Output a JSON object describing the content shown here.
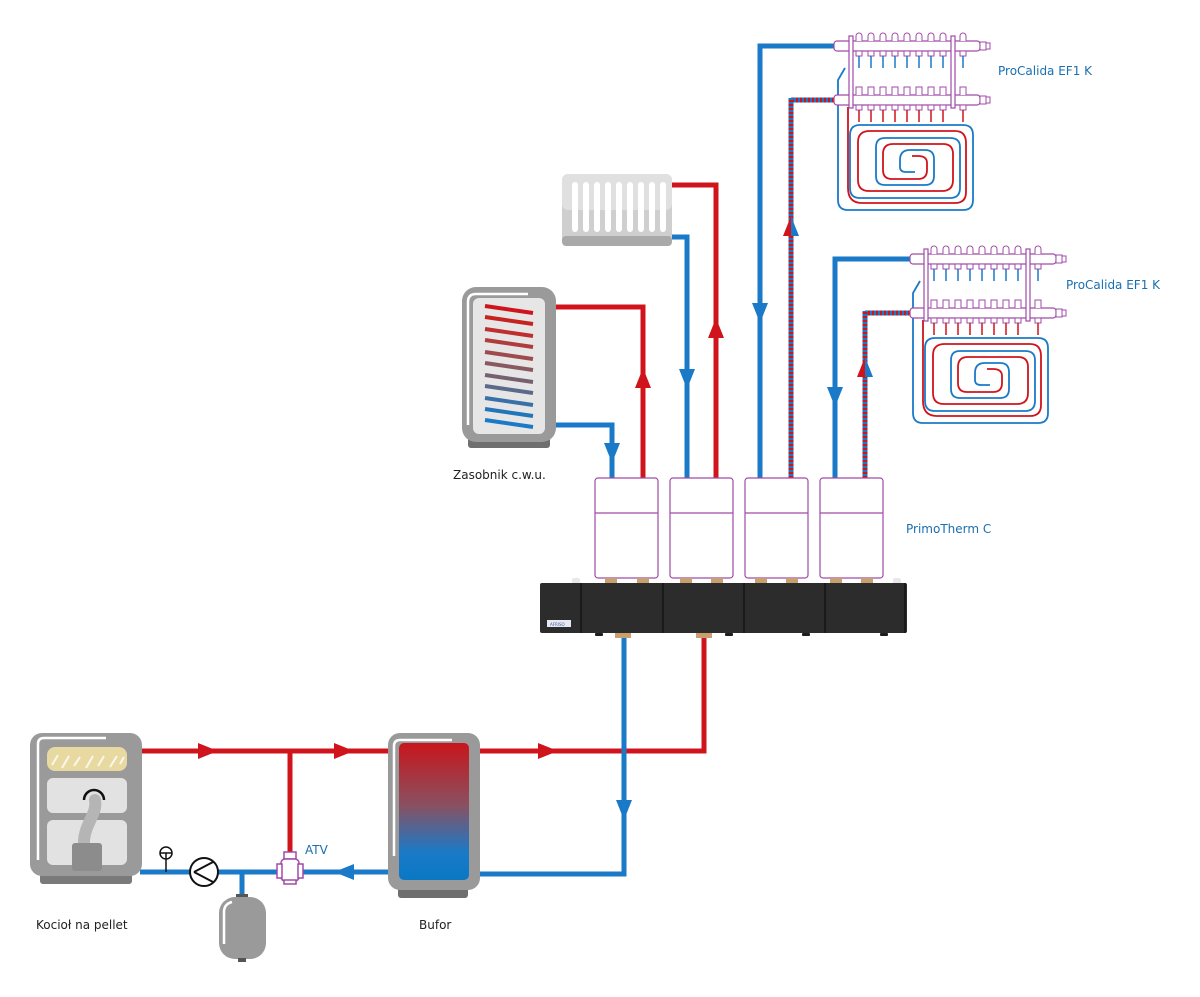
{
  "diagram": {
    "type": "heating-system-schematic",
    "colors": {
      "supply_hot": "#d0141c",
      "return_cold": "#1a7ac8",
      "mixed": "#7a4a8a",
      "component_gray": "#9a9a9a",
      "component_dark": "#2a2a2a",
      "outline_purple": "#a04aa8",
      "label_blue": "#1a6fb0",
      "label_dark": "#222222"
    },
    "components": {
      "boiler": {
        "label": "Kocioł na pellet",
        "icon": "pellet-boiler-icon"
      },
      "buffer": {
        "label": "Bufor",
        "icon": "buffer-tank-icon"
      },
      "dhw_tank": {
        "label": "Zasobnik c.w.u.",
        "icon": "hot-water-tank-icon"
      },
      "atv_valve": {
        "label": "ATV",
        "icon": "thermostatic-valve-icon"
      },
      "module_group": {
        "label": "PrimoTherm C",
        "count": 4
      },
      "manifold_top": {
        "label": "ProCalida EF1 K",
        "outlets": 9
      },
      "manifold_bottom": {
        "label": "ProCalida EF1 K",
        "outlets": 9
      },
      "radiator": {
        "icon": "radiator-icon"
      },
      "pump": {
        "icon": "circulation-pump-icon"
      },
      "thermometer": {
        "icon": "thermometer-icon"
      },
      "expansion_vessel": {
        "icon": "expansion-vessel-icon"
      },
      "distribution_bar_logo": {
        "text": "AFRISO"
      }
    }
  }
}
